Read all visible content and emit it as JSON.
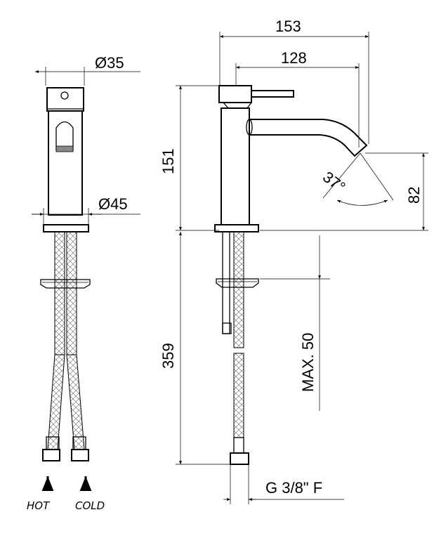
{
  "dimensions": {
    "width_total": "153",
    "width_spout": "128",
    "height_body": "151",
    "height_outlet": "82",
    "angle": "37°",
    "diameter_body": "Ø35",
    "diameter_base": "Ø45",
    "length_hoses": "359",
    "max_thickness": "MAX. 50",
    "connection": "G 3/8\" F"
  },
  "labels": {
    "hot": "HOT",
    "cold": "COLD"
  }
}
